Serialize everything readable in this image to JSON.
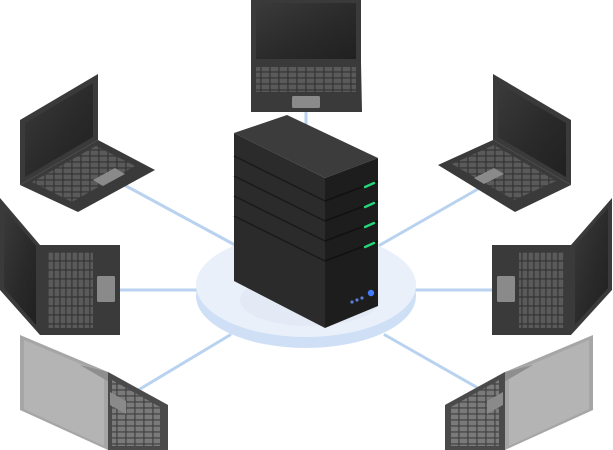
{
  "colors": {
    "background": "#ffffff",
    "link_line": "#b9d2ef",
    "platform_top": "#e9f0fa",
    "platform_side": "#cfe0f6",
    "server_front": "#2b2b2b",
    "server_side": "#1d1d1d",
    "server_top": "#3c3c3c",
    "server_led": "#27d57a",
    "server_power_led": "#3f7cff",
    "laptop_dark_body": "#3a3a3a",
    "laptop_dark_screen": "#2a2a2a",
    "laptop_silver_body": "#b8b8b8",
    "laptop_silver_lid": "#9d9d9d",
    "laptop_key": "#575757",
    "touchpad": "#8a8a8a"
  },
  "diagram": {
    "center_node": {
      "icon": "server-rack-icon",
      "status_leds": 4
    },
    "client_nodes": [
      {
        "icon": "laptop-icon",
        "finish": "dark",
        "position": "top"
      },
      {
        "icon": "laptop-icon",
        "finish": "dark",
        "position": "upper-left"
      },
      {
        "icon": "laptop-icon",
        "finish": "dark",
        "position": "upper-right"
      },
      {
        "icon": "laptop-icon",
        "finish": "dark",
        "position": "middle-left"
      },
      {
        "icon": "laptop-icon",
        "finish": "dark",
        "position": "middle-right"
      },
      {
        "icon": "laptop-icon",
        "finish": "silver",
        "position": "lower-left"
      },
      {
        "icon": "laptop-icon",
        "finish": "silver",
        "position": "lower-right"
      }
    ]
  }
}
